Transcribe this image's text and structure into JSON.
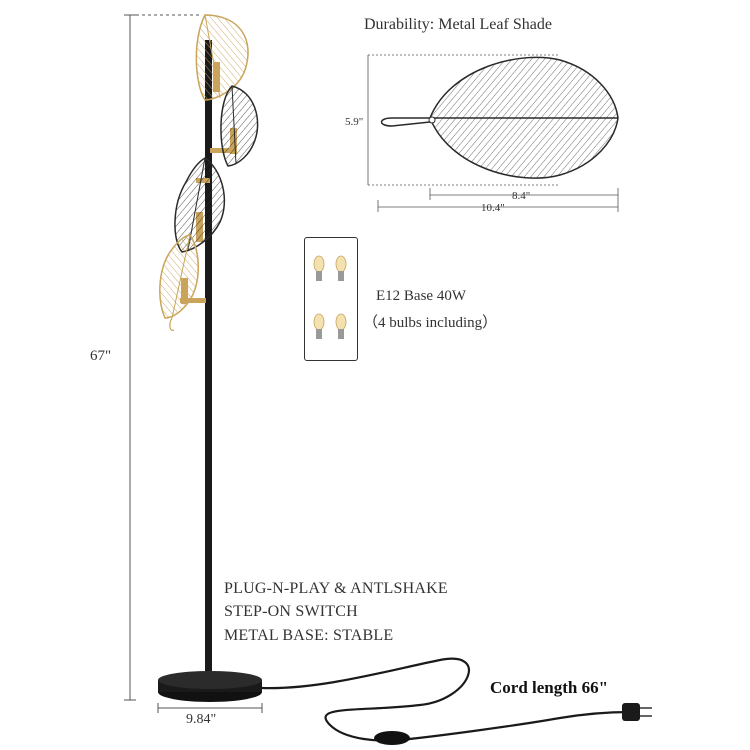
{
  "dimensions": {
    "height": "67\"",
    "base_width": "9.84\"",
    "shade_height": "5.9\"",
    "shade_inner_length": "8.4\"",
    "shade_total_length": "10.4\""
  },
  "durability_title": "Durability:  Metal Leaf Shade",
  "bulbs": {
    "spec": "E12 Base 40W",
    "count_note": "（4 bulbs including）"
  },
  "features": [
    "PLUG-N-PLAY & ANTLSHAKE",
    "STEP-ON SWITCH",
    "METAL BASE:  STABLE"
  ],
  "cord_label": "Cord length 66\"",
  "colors": {
    "pole": "#1a1a1a",
    "gold": "#c9a45a",
    "leaf_wire": "#2a2a2a",
    "dim_line": "#555555"
  }
}
